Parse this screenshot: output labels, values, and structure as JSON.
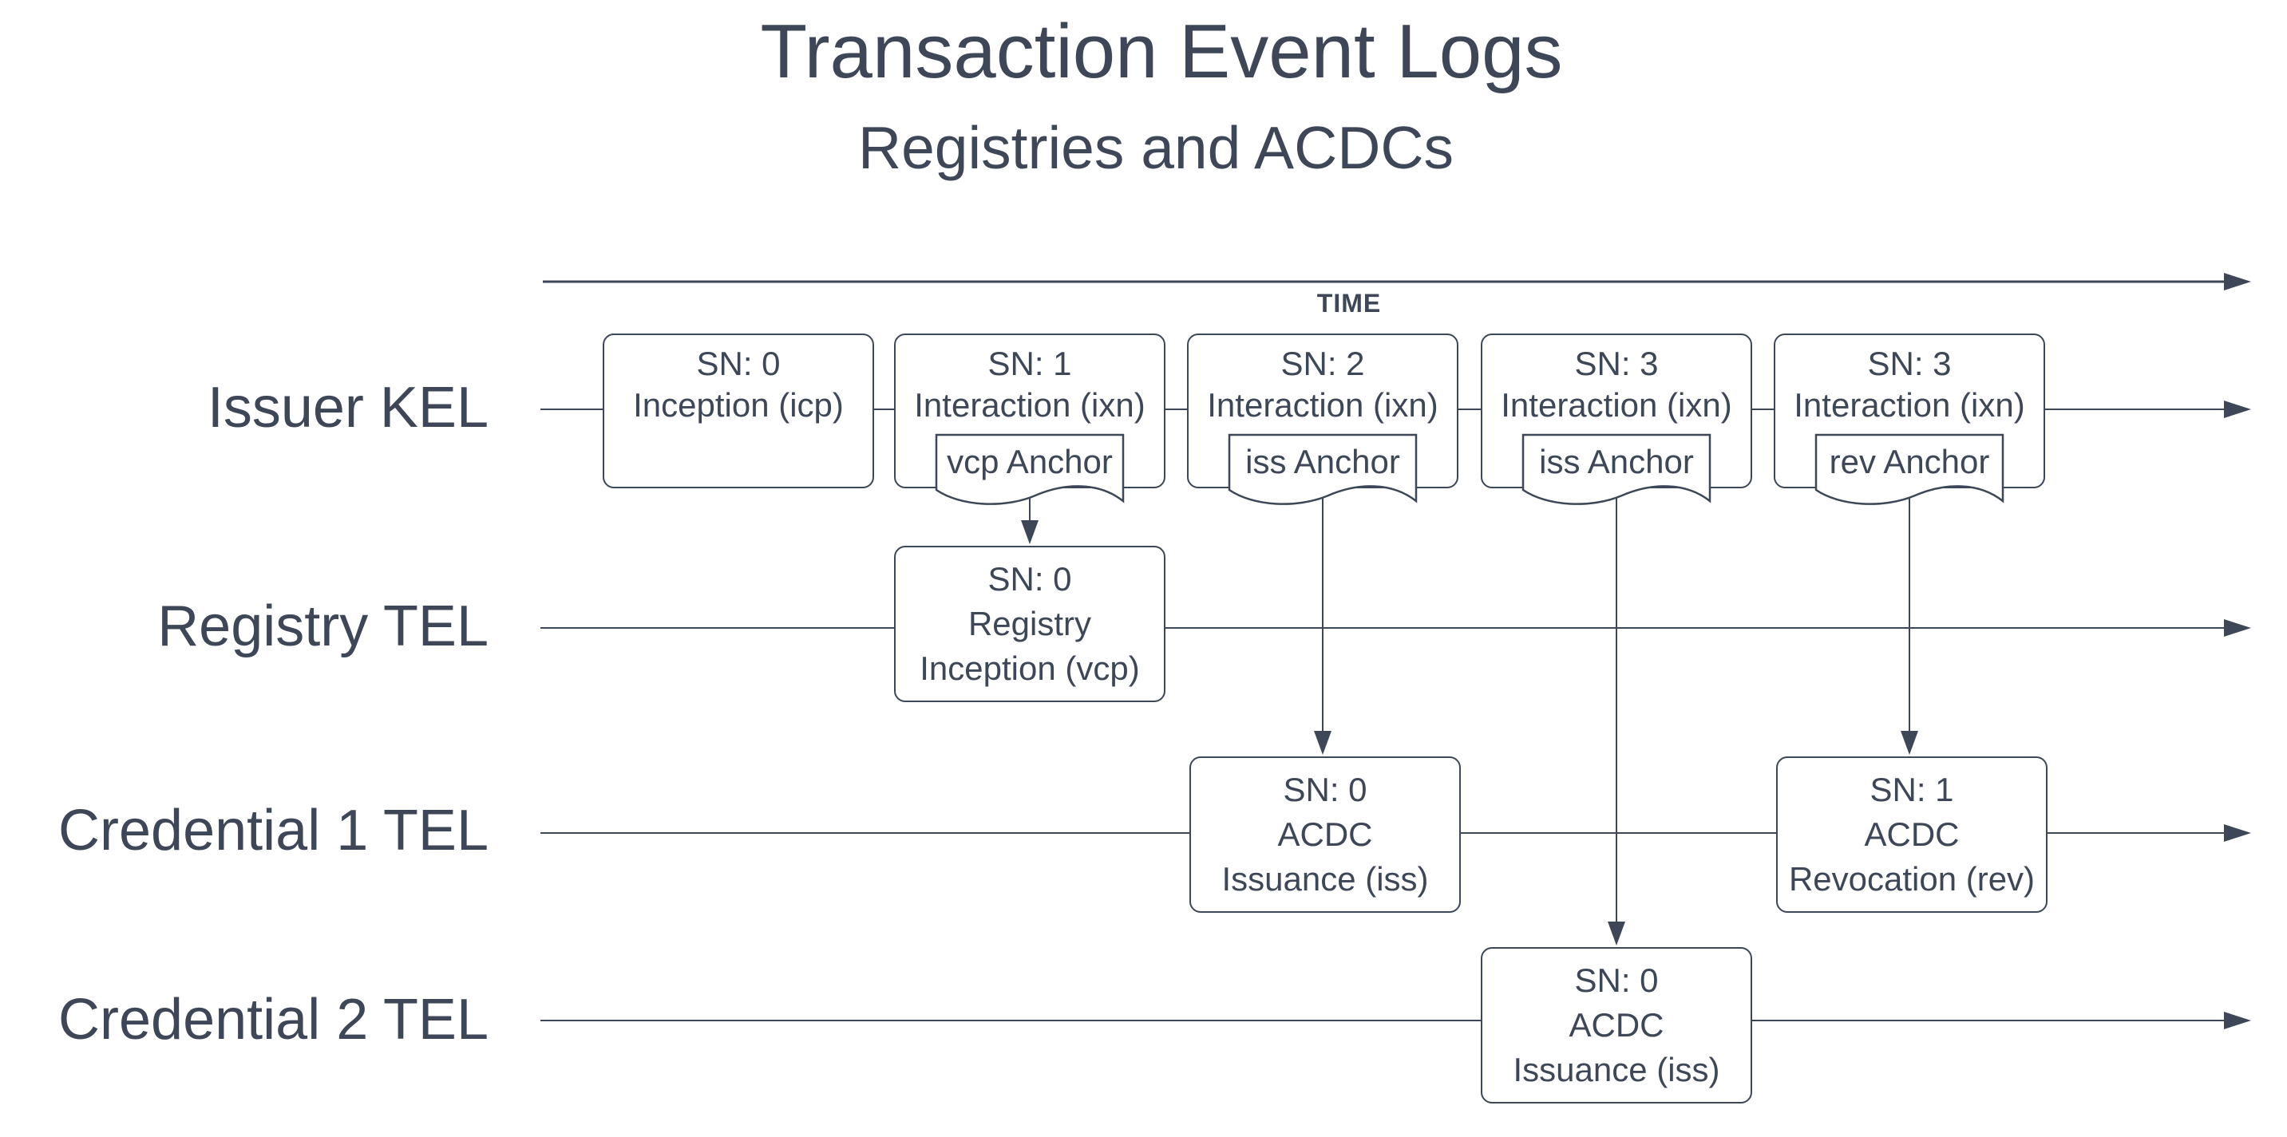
{
  "title": "Transaction Event Logs",
  "subtitle": "Registries and ACDCs",
  "time_label": "TIME",
  "colors": {
    "ink": "#3D4757",
    "background": "#FFFFFF"
  },
  "lanes": [
    {
      "label": "Issuer KEL"
    },
    {
      "label": "Registry TEL"
    },
    {
      "label": "Credential 1 TEL"
    },
    {
      "label": "Credential 2 TEL"
    }
  ],
  "kel_boxes": [
    {
      "lines": [
        "SN: 0",
        "Inception (icp)"
      ],
      "anchor": null
    },
    {
      "lines": [
        "SN: 1",
        "Interaction (ixn)"
      ],
      "anchor": "vcp Anchor"
    },
    {
      "lines": [
        "SN: 2",
        "Interaction (ixn)"
      ],
      "anchor": "iss Anchor"
    },
    {
      "lines": [
        "SN: 3",
        "Interaction (ixn)"
      ],
      "anchor": "iss Anchor"
    },
    {
      "lines": [
        "SN: 3",
        "Interaction (ixn)"
      ],
      "anchor": "rev Anchor"
    }
  ],
  "tel_boxes": [
    {
      "lane": "Registry TEL",
      "lines": [
        "SN: 0",
        "Registry",
        "Inception (vcp)"
      ]
    },
    {
      "lane": "Credential 1 TEL",
      "lines": [
        "SN: 0",
        "ACDC",
        "Issuance (iss)"
      ]
    },
    {
      "lane": "Credential 1 TEL",
      "lines": [
        "SN: 1",
        "ACDC",
        "Revocation (rev)"
      ]
    },
    {
      "lane": "Credential 2 TEL",
      "lines": [
        "SN: 0",
        "ACDC",
        "Issuance (iss)"
      ]
    }
  ]
}
